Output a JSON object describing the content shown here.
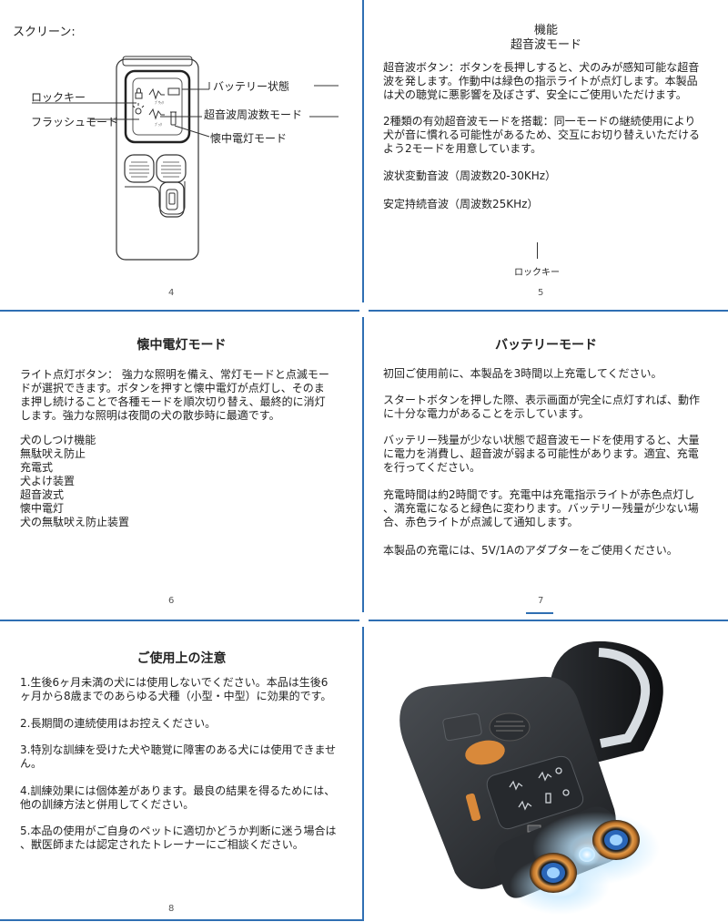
{
  "page4": {
    "screen_label": "スクリーン:",
    "label_battery": "バッテリー状態",
    "label_lock": "ロックキー",
    "label_ultra_freq": "超音波周波数モード",
    "label_flash": "フラッシュモード",
    "label_flashlight": "懐中電灯モード",
    "page": "4"
  },
  "page5": {
    "title": "機能",
    "subtitle": "超音波モード",
    "p1_l1": "超音波ボタン：ボタンを長押しすると、犬のみが感知可能な超音",
    "p1_l2": "波を発します。作動中は緑色の指示ライトが点灯します。本製品",
    "p1_l3": "は犬の聴覚に悪影響を及ぼさず、安全にご使用いただけます。",
    "p2_l1": "2種類の有効超音波モードを搭載：同一モードの継続使用により",
    "p2_l2": "犬が音に慣れる可能性があるため、交互にお切り替えいただける",
    "p2_l3": "よう2モードを用意しています。",
    "p3": "波状変動音波（周波数20-30KHz）",
    "p4": "安定持続音波（周波数25KHz）",
    "lock_label": "ロックキー",
    "page": "5"
  },
  "page6": {
    "title": "懐中電灯モード",
    "p1_l1": "ライト点灯ボタン： 強力な照明を備え、常灯モードと点滅モー",
    "p1_l2": "ドが選択できます。ボタンを押すと懐中電灯が点灯し、そのま",
    "p1_l3": "ま押し続けることで各種モードを順次切り替え、最終的に消灯",
    "p1_l4": "します。強力な照明は夜間の犬の散歩時に最適です。",
    "features": [
      "犬のしつけ機能",
      "無駄吠え防止",
      "充電式",
      "犬よけ装置",
      "超音波式",
      "懐中電灯",
      "犬の無駄吠え防止装置"
    ],
    "page": "6"
  },
  "page7": {
    "title": "バッテリーモード",
    "p1": "初回ご使用前に、本製品を3時間以上充電してください。",
    "p2_l1": "スタートボタンを押した際、表示画面が完全に点灯すれば、動作",
    "p2_l2": "に十分な電力があることを示しています。",
    "p3_l1": "バッテリー残量が少ない状態で超音波モードを使用すると、大量",
    "p3_l2": "に電力を消費し、超音波が弱まる可能性があります。適宜、充電",
    "p3_l3": "を行ってください。",
    "p4_l1": "充電時間は約2時間です。充電中は充電指示ライトが赤色点灯し",
    "p4_l2": "、満充電になると緑色に変わります。バッテリー残量が少ない場",
    "p4_l3": "合、赤色ライトが点滅して通知します。",
    "p5": "本製品の充電には、5V/1Aのアダプターをご使用ください。",
    "page": "7"
  },
  "page8": {
    "title": "ご使用上の注意",
    "n1_l1": "1.生後6ヶ月未満の犬には使用しないでください。本品は生後6",
    "n1_l2": "ヶ月から8歳までのあらゆる犬種（小型・中型）に効果的です。",
    "n2": "2.長期間の連続使用はお控えください。",
    "n3_l1": "3.特別な訓練を受けた犬や聴覚に障害のある犬には使用できませ",
    "n3_l2": "ん。",
    "n4_l1": "4.訓練効果には個体差があります。最良の結果を得るためには、",
    "n4_l2": "他の訓練方法と併用してください。",
    "n5_l1": "5.本品の使用がご自身のペットに適切かどうか判断に迷う場合は",
    "n5_l2": "、獣医師または認定されたトレーナーにご相談ください。",
    "page": "8"
  },
  "colors": {
    "divider": "#2f6fb3",
    "device_dark": "#2a2d31",
    "accent_orange": "#d9893a",
    "light_blue": "#8fd0ff"
  }
}
